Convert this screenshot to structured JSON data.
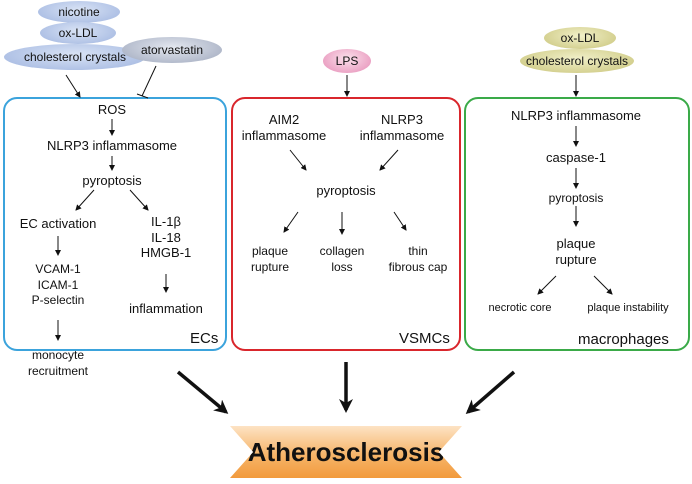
{
  "triggers": {
    "nicotine": "nicotine",
    "oxldl_ec": "ox-LDL",
    "crystals_ec": "cholesterol crystals",
    "atorvastatin": "atorvastatin",
    "lps": "LPS",
    "oxldl_mac": "ox-LDL",
    "crystals_mac": "cholesterol crystals"
  },
  "ecs": {
    "label": "ECs",
    "ros": "ROS",
    "nlrp3": "NLRP3 inflammasome",
    "pyroptosis": "pyroptosis",
    "activation": "EC activation",
    "markers": [
      "VCAM-1",
      "ICAM-1",
      "P-selectin"
    ],
    "cytokines": [
      "IL-1β",
      "IL-18",
      "HMGB-1"
    ],
    "inflammation": "inflammation",
    "monocyte": [
      "monocyte",
      "recruitment"
    ]
  },
  "vsmcs": {
    "label": "VSMCs",
    "aim2": [
      "AIM2",
      "inflammasome"
    ],
    "nlrp3": [
      "NLRP3",
      "inflammasome"
    ],
    "pyroptosis": "pyroptosis",
    "outcomes": [
      [
        "plaque",
        "rupture"
      ],
      [
        "collagen",
        "loss"
      ],
      [
        "thin",
        "fibrous cap"
      ]
    ]
  },
  "macrophages": {
    "label": "macrophages",
    "nlrp3": "NLRP3 inflammasome",
    "caspase": "caspase-1",
    "pyroptosis": "pyroptosis",
    "rupture": [
      "plaque",
      "rupture"
    ],
    "necrotic": "necrotic core",
    "instability": "plaque instability"
  },
  "outcome": "Atherosclerosis",
  "colors": {
    "ecs_border": "#3ba3dc",
    "vsmcs_border": "#d9262c",
    "macrophages_border": "#3aaa48",
    "outcome_fill": "#f6b56a"
  }
}
